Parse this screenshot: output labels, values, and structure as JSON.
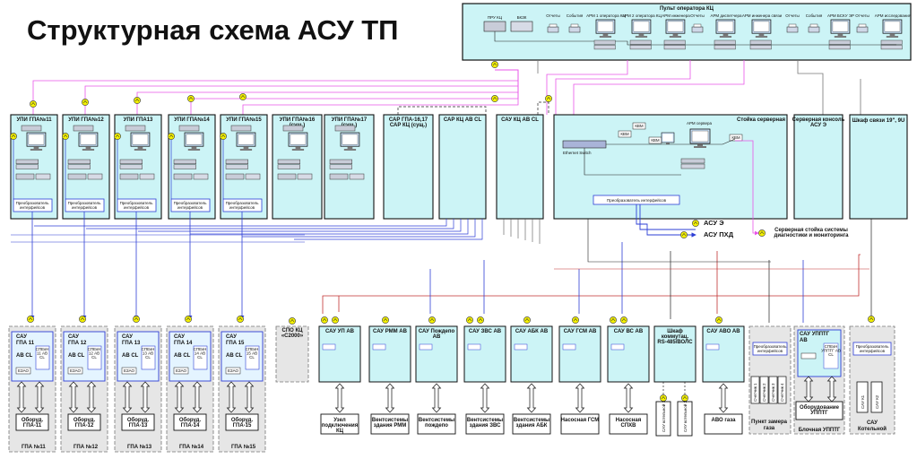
{
  "title": "Структурная схема АСУ ТП",
  "colors": {
    "cabinet_fill": "#ccf4f6",
    "cabinet_stroke": "#1a1a1a",
    "link_blue": "#2e3fd6",
    "link_pink": "#e855e8",
    "link_red": "#c23030",
    "link_gray": "#555555",
    "badge_yellow": "#f3f000",
    "dashed_gray": "#e6e6e6"
  },
  "operator_console": {
    "label": "Пульт оператора КЦ",
    "switch_label": "ПРУ КЦ",
    "kvm_label": "БКЗК",
    "items": [
      "Отчеты",
      "События",
      "АРМ 1 оператора КЦ",
      "АРМ 2 оператора КЦ",
      "АРМ инженера",
      "Отчеты",
      "АРМ диспетчера",
      "АРМ инженера связи",
      "Отчеты",
      "События",
      "АРМ БСКУ ЭР",
      "Отчеты",
      "АРМ исследования"
    ]
  },
  "top_cabinets": [
    {
      "label": "УПИ ГПА№11"
    },
    {
      "label": "УПИ ГПА№12"
    },
    {
      "label": "УПИ ГПА13"
    },
    {
      "label": "УПИ ГПА№14"
    },
    {
      "label": "УПИ ГПА№15"
    },
    {
      "label": "УПИ ГПА№16 (сущ.)"
    },
    {
      "label": "УПИ ГПА№17 (сущ.)"
    },
    {
      "label": "САР ГПА-16,17 САР КЦ (сущ.)"
    },
    {
      "label": "САР КЦ АВ CL"
    },
    {
      "label": "САУ КЦ АВ CL"
    }
  ],
  "converter_label": "Преобразователь интерфейсов",
  "server_rack": {
    "label": "Стойка серверная",
    "switch_label": "Ethernet Switch",
    "converter_label": "Преобразователь интерфейсов",
    "arm_label": "АРМ сервера",
    "kvm_labels": [
      "КВМ",
      "КВМ",
      "КВМ",
      "КВМ"
    ]
  },
  "right_cabinets": [
    {
      "label": "Серверная консоль АСУ Э"
    },
    {
      "label": "Шкаф связи 19\", 9U"
    }
  ],
  "outputs": [
    {
      "label": "АСУ Э"
    },
    {
      "label": "АСУ ПХД"
    },
    {
      "label": "Серверная стойка системы диагностики и мониторинга"
    }
  ],
  "gpa_units": [
    {
      "sau": "САУ ГПА 11",
      "abcl": "AB CL",
      "side": "СПЕкН 11 AB CL",
      "dev": "ЕЗАО",
      "equip": "Оборуд. ГПА-11",
      "group": "ГПА №11"
    },
    {
      "sau": "САУ ГПА 12",
      "abcl": "AB CL",
      "side": "СПЕкН 12 AB CL",
      "dev": "ЕЗАО",
      "equip": "Оборуд. ГПА-12",
      "group": "ГПА №12"
    },
    {
      "sau": "САУ ГПА 13",
      "abcl": "AB CL",
      "side": "СПЕкН 13 AB CL",
      "dev": "ЕЗАО",
      "equip": "Оборуд. ГПА-13",
      "group": "ГПА №13"
    },
    {
      "sau": "САУ ГПА 14",
      "abcl": "AB CL",
      "side": "СПЕкН 14 AB CL",
      "dev": "ЕЗАО",
      "equip": "Оборуд. ГПА-14",
      "group": "ГПА №14"
    },
    {
      "sau": "САУ ГПА 15",
      "abcl": "AB CL",
      "side": "СПЕкН 15 AB CL",
      "dev": "ЕЗАО",
      "equip": "Оборуд. ГПА-15",
      "group": "ГПА №15"
    }
  ],
  "spo": "СПО КЦ «С2000»",
  "subsystems": [
    {
      "label": "САУ УП АВ",
      "equip": "Узел подключения КЦ"
    },
    {
      "label": "САУ РММ АВ",
      "equip": "Вентсистемы здания РММ"
    },
    {
      "label": "САУ Пождепо АВ",
      "equip": "Вентсистемы пождепо"
    },
    {
      "label": "САУ ЗВС АВ",
      "equip": "Вентсистемы здания ЗВС"
    },
    {
      "label": "САУ АБК АВ",
      "equip": "Вентсистемы здания АБК"
    },
    {
      "label": "САУ ГСМ АВ",
      "equip": "Насосная ГСМ"
    },
    {
      "label": "САУ ВС АВ",
      "equip": "Насосная СПХВ"
    },
    {
      "label": "Шкаф коммутац. RS-485/ВОЛС",
      "equip": ""
    },
    {
      "label": "САУ АВО АВ",
      "equip": "АВО газа"
    }
  ],
  "sau_sub_labels": [
    "САУ котельной 1",
    "САУ котельной 2"
  ],
  "gas_point": {
    "converter": "Преобразователь интерфейсов",
    "devices": [
      "Счетчик 1",
      "Счетчик 2",
      "Счетчик 3",
      "Счетчик 4"
    ],
    "label": "Пункт замера газа"
  },
  "upptg": {
    "label": "САУ УППТГ АВ",
    "side": "СПЕкН УППТГ AB CL",
    "equip": "Оборудование УППТГ",
    "group": "Блочная УППТГ"
  },
  "boiler": {
    "converter": "Преобразователь интерфейсов",
    "devices": [
      "САУ К1",
      "САУ К2"
    ],
    "label": "САУ Котельной"
  }
}
